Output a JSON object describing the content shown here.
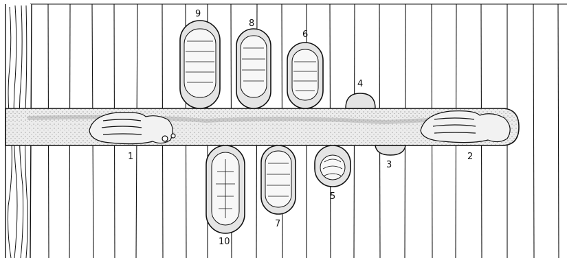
{
  "figure": {
    "colors": {
      "ink": "#111111",
      "stipple": "#7a7a7a",
      "fill": "#d9d9d9",
      "paper": "#ffffff"
    },
    "labels": [
      {
        "id": "gallery-larva-1",
        "text": "1"
      },
      {
        "id": "gallery-larva-2",
        "text": "2"
      },
      {
        "id": "egg-niche-3",
        "text": "3"
      },
      {
        "id": "egg-niche-4",
        "text": "4"
      },
      {
        "id": "larva-chamber-5",
        "text": "5"
      },
      {
        "id": "pupal-chamber-6",
        "text": "6"
      },
      {
        "id": "pupal-chamber-7",
        "text": "7"
      },
      {
        "id": "pupal-chamber-8",
        "text": "8"
      },
      {
        "id": "pupal-chamber-9",
        "text": "9"
      },
      {
        "id": "pupal-chamber-10",
        "text": "10"
      }
    ]
  }
}
